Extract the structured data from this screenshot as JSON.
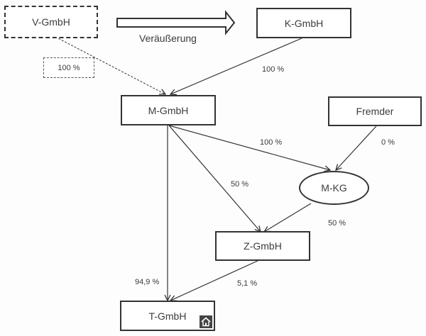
{
  "nodes": {
    "v_gmbh": "V-GmbH",
    "k_gmbh": "K-GmbH",
    "m_gmbh": "M-GmbH",
    "fremder": "Fremder",
    "m_kg": "M-KG",
    "z_gmbh": "Z-GmbH",
    "t_gmbh": "T-GmbH"
  },
  "transfer_arrow": {
    "label": "Veräußerung"
  },
  "edges": [
    {
      "from": "V-GmbH",
      "to": "M-GmbH",
      "label": "100 %",
      "style": "dashed"
    },
    {
      "from": "K-GmbH",
      "to": "M-GmbH",
      "label": "100 %",
      "style": "solid"
    },
    {
      "from": "M-GmbH",
      "to": "M-KG",
      "label": "100 %",
      "style": "solid"
    },
    {
      "from": "Fremder",
      "to": "M-KG",
      "label": "0 %",
      "style": "solid"
    },
    {
      "from": "M-GmbH",
      "to": "Z-GmbH",
      "label": "50 %",
      "style": "solid"
    },
    {
      "from": "M-KG",
      "to": "Z-GmbH",
      "label": "50 %",
      "style": "solid"
    },
    {
      "from": "M-GmbH",
      "to": "T-GmbH",
      "label": "94,9 %",
      "style": "solid"
    },
    {
      "from": "Z-GmbH",
      "to": "T-GmbH",
      "label": "5,1 %",
      "style": "solid"
    }
  ],
  "icons": {
    "t_gmbh_badge": "home-icon"
  }
}
